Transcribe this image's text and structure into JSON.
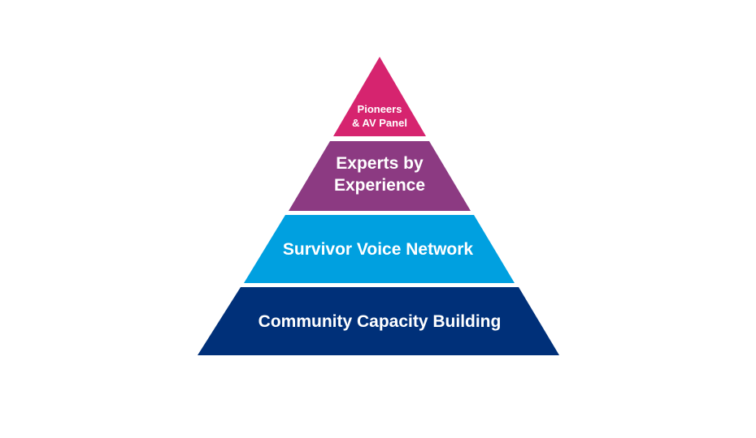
{
  "pyramid": {
    "tiers": [
      {
        "lines": [
          "Pioneers",
          "& AV Panel"
        ],
        "color": "#d6246f"
      },
      {
        "lines": [
          "Experts by",
          "Experience"
        ],
        "color": "#8c3a82"
      },
      {
        "lines": [
          "Survivor Voice Network"
        ],
        "color": "#00a0e0"
      },
      {
        "lines": [
          "Community Capacity Building"
        ],
        "color": "#003079"
      }
    ]
  }
}
